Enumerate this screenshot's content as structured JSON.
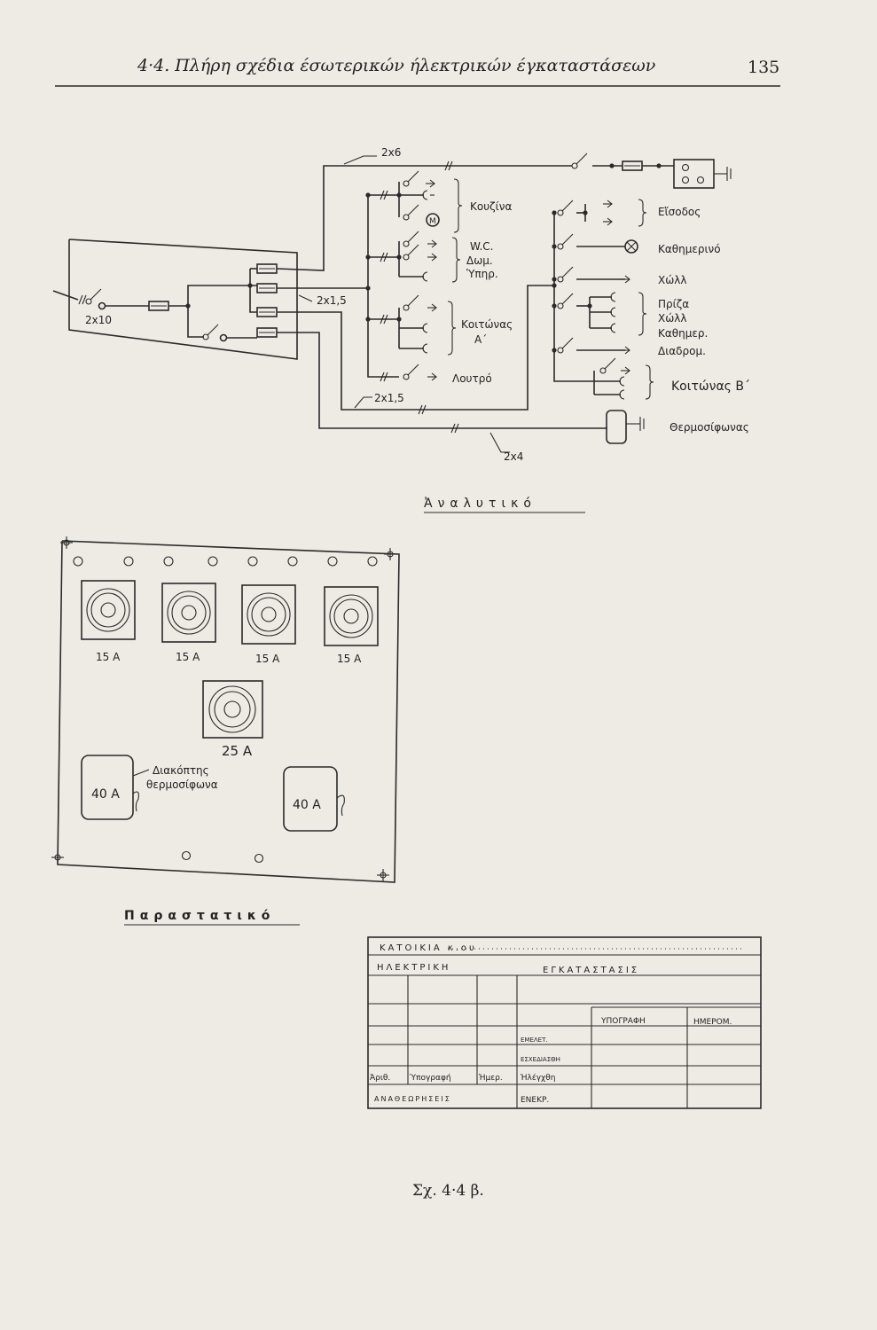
{
  "header": {
    "running_title": "4·4. Πλήρη σχέδια έσωτερικών ήλεκτρικών έγκαταστάσεων",
    "page_number": "135"
  },
  "schematic": {
    "title": "Ἀναλυτικό",
    "cables": {
      "c2x6": "2x6",
      "c2x10": "2x10",
      "c2x15a": "2x1,5",
      "c2x15b": "2x1,5",
      "c2x4": "2x4"
    },
    "circuits_left": {
      "kitchen": "Κουζίνα",
      "wc1": "W.C.",
      "wc2": "Δωμ.",
      "wc3": "Ὑπηρ.",
      "bedroom_a1": "Κοιτώνας",
      "bedroom_a2": "Α΄",
      "bath": "Λουτρό"
    },
    "circuits_right": {
      "entrance": "Εἴσοδος",
      "living": "Καθημερινό",
      "hall": "Χώλλ",
      "socket1": "Πρίζα",
      "socket2": "Χώλλ",
      "socket3": "Καθημερ.",
      "corridor": "Διαδρομ.",
      "bedroom_b": "Κοιτώνας Β΄",
      "water_heater": "Θερμοσίφωνας"
    }
  },
  "panel": {
    "title": "Παραστατικό",
    "breakers": [
      "15 A",
      "15 A",
      "15 A",
      "15 A"
    ],
    "main_breaker": "25 A",
    "switches": [
      "40 A",
      "40 A"
    ],
    "heater_switch_label1": "Διακόπτης",
    "heater_switch_label2": "θερμοσίφωνα"
  },
  "title_block": {
    "row1": "ΚΑΤΟΙΚΙΑ κ.ου",
    "row2a": "ΗΛΕΚΤΡΙΚΗ",
    "row2b": "ΕΓΚΑΤΑΣΤΑΣΙΣ",
    "signature": "ΥΠΟΓΡΑΦΗ",
    "date": "ΗΜΕΡΟΜ.",
    "studied": "ΕΜΕΛΕΤ.",
    "designed": "ΕΣΧΕΔΙΑΣΘΗ",
    "checked": "Ἠλέγχθη",
    "approved": "ΕΝΕΚΡ.",
    "num": "Ἀριθ.",
    "sig2": "Ὑπογραφή",
    "date2": "Ἡμερ.",
    "revisions": "ΑΝΑΘΕΩΡΗΣΕΙΣ"
  },
  "caption": "Σχ. 4·4 β."
}
